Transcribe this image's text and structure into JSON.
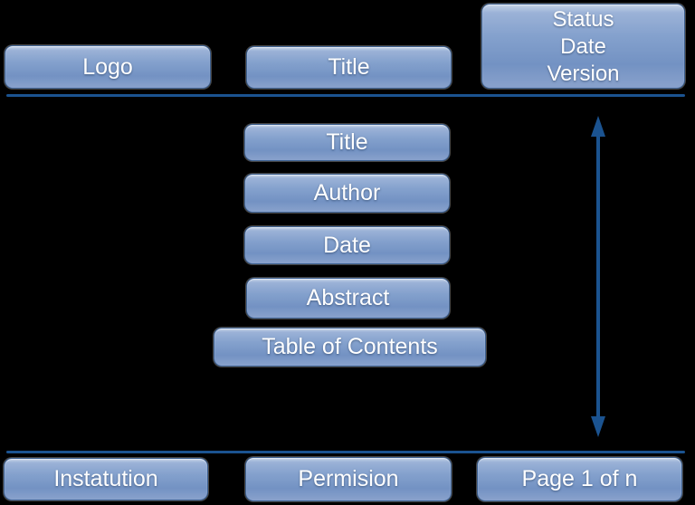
{
  "diagram": {
    "description_colors": {
      "background": "#000000",
      "rule_and_arrow": "#1b5390",
      "box_border": "#3d6090",
      "box_gradient_top": "#c5d3e7",
      "box_gradient_mid": "#7392c3",
      "box_gradient_bottom": "#87a0cb",
      "box_text": "#ffffff"
    },
    "top_row": {
      "logo_label": "Logo",
      "title_label": "Title",
      "status_lines": [
        "Status",
        "Date",
        "Version"
      ]
    },
    "front_matter": {
      "title_label": "Title",
      "author_label": "Author",
      "date_label": "Date",
      "abstract_label": "Abstract",
      "toc_label": "Table of Contents"
    },
    "bottom_row": {
      "institution_label": "Instatution",
      "permission_label": "Permision",
      "page_label": "Page 1 of n"
    }
  }
}
